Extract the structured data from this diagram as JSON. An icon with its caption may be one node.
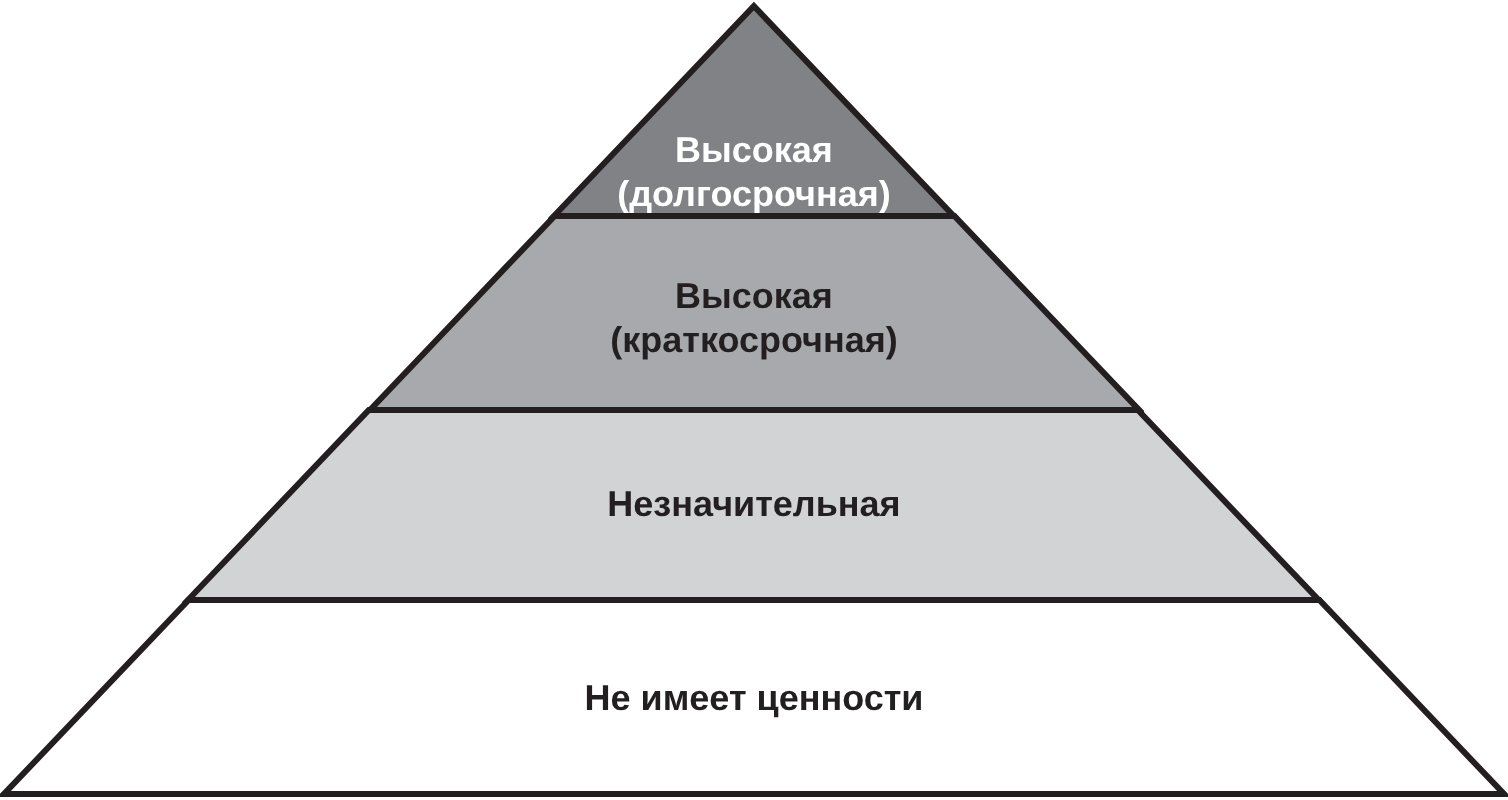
{
  "diagram": {
    "nodes": [
      {
        "text": [
          "Высокая (долгосрочная)"
        ]
      },
      {
        "text": [
          "Высокая (краткосрочная)"
        ]
      },
      {
        "text": [
          "Незначительная"
        ]
      },
      {
        "text": [
          "Не имеет ценности"
        ]
      }
    ]
  }
}
